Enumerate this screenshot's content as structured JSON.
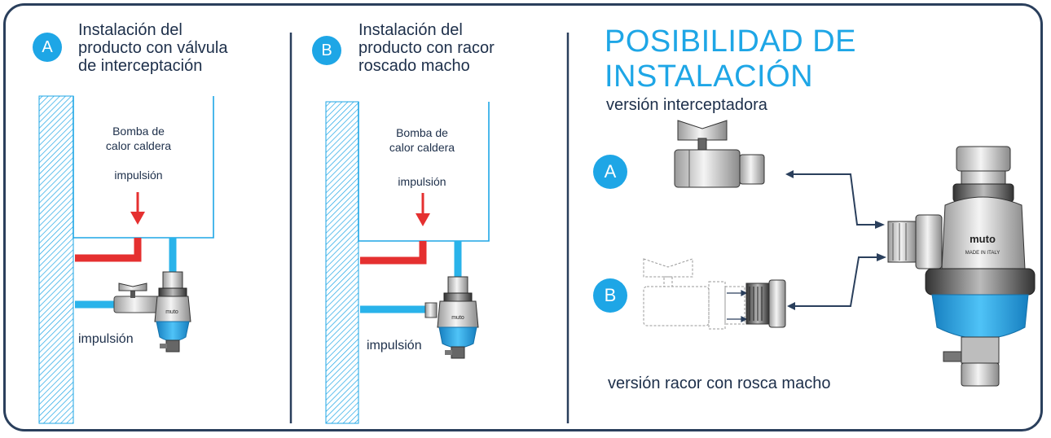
{
  "colors": {
    "accent": "#1ea6e6",
    "frame": "#2a3f5c",
    "hot_pipe": "#e53030",
    "cold_pipe": "#29b3ea",
    "wall_hatch": "#1ea6e6"
  },
  "panel_a": {
    "badge": "A",
    "heading": "Instalación del\nproducto con válvula\nde interceptación",
    "boiler_label": "Bomba de\ncalor caldera",
    "arrow_label": "impulsión",
    "pipe_label": "impulsión",
    "device_brand": "muto"
  },
  "panel_b": {
    "badge": "B",
    "heading": "Instalación del\nproducto con racor\nroscado macho",
    "boiler_label": "Bomba de\ncalor caldera",
    "arrow_label": "impulsión",
    "pipe_label": "impulsión",
    "device_brand": "muto"
  },
  "right": {
    "title": "POSIBILIDAD DE INSTALACIÓN",
    "version_a": "versión interceptadora",
    "version_b": "versión racor con rosca macho",
    "badge_a": "A",
    "badge_b": "B",
    "product_brand": "muto",
    "product_made_in": "MADE IN ITALY"
  }
}
